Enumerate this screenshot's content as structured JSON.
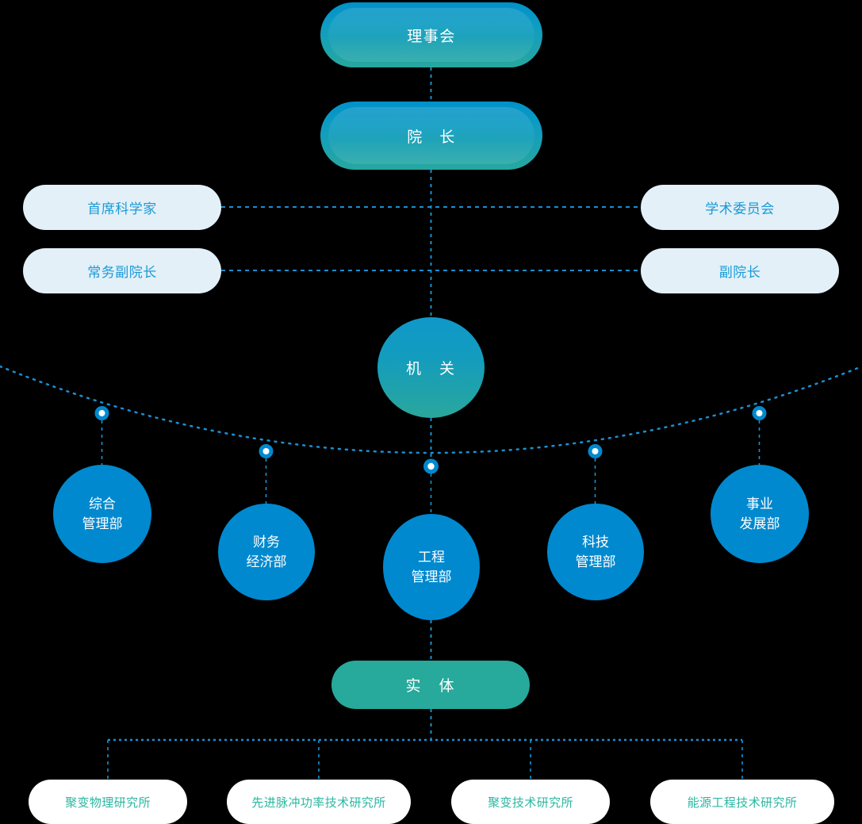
{
  "chart_data": {
    "type": "diagram",
    "title": "组织架构图",
    "orientation": "top-down",
    "background_color": "#000000",
    "accent_blue": "#0089cf",
    "accent_teal": "#27a99b",
    "connector_color": "#1a8fd0",
    "levels": [
      {
        "level": 1,
        "nodes": [
          "理事会"
        ]
      },
      {
        "level": 2,
        "nodes": [
          "院　长"
        ]
      },
      {
        "level": 3,
        "nodes": [
          "首席科学家",
          "学术委员会",
          "常务副院长",
          "副院长"
        ]
      },
      {
        "level": 4,
        "nodes": [
          "机　关"
        ]
      },
      {
        "level": 5,
        "nodes": [
          "综合管理部",
          "财务经济部",
          "工程管理部",
          "科技管理部",
          "事业发展部"
        ]
      },
      {
        "level": 6,
        "nodes": [
          "实　体"
        ]
      },
      {
        "level": 7,
        "nodes": [
          "聚变物理研究所",
          "先进脉冲功率技术研究所",
          "聚变技术研究所",
          "能源工程技术研究所"
        ]
      }
    ]
  },
  "board": {
    "label": "理事会"
  },
  "president": {
    "label": "院　长"
  },
  "advisors": {
    "left": [
      {
        "label": "首席科学家"
      },
      {
        "label": "常务副院长"
      }
    ],
    "right": [
      {
        "label": "学术委员会"
      },
      {
        "label": "副院长"
      }
    ]
  },
  "agency": {
    "label": "机　关"
  },
  "departments": [
    {
      "label": "综合\n管理部"
    },
    {
      "label": "财务\n经济部"
    },
    {
      "label": "工程\n管理部"
    },
    {
      "label": "科技\n管理部"
    },
    {
      "label": "事业\n发展部"
    }
  ],
  "entity": {
    "label": "实　体"
  },
  "institutes": [
    {
      "label": "聚变物理研究所"
    },
    {
      "label": "先进脉冲功率技术研究所"
    },
    {
      "label": "聚变技术研究所"
    },
    {
      "label": "能源工程技术研究所"
    }
  ]
}
